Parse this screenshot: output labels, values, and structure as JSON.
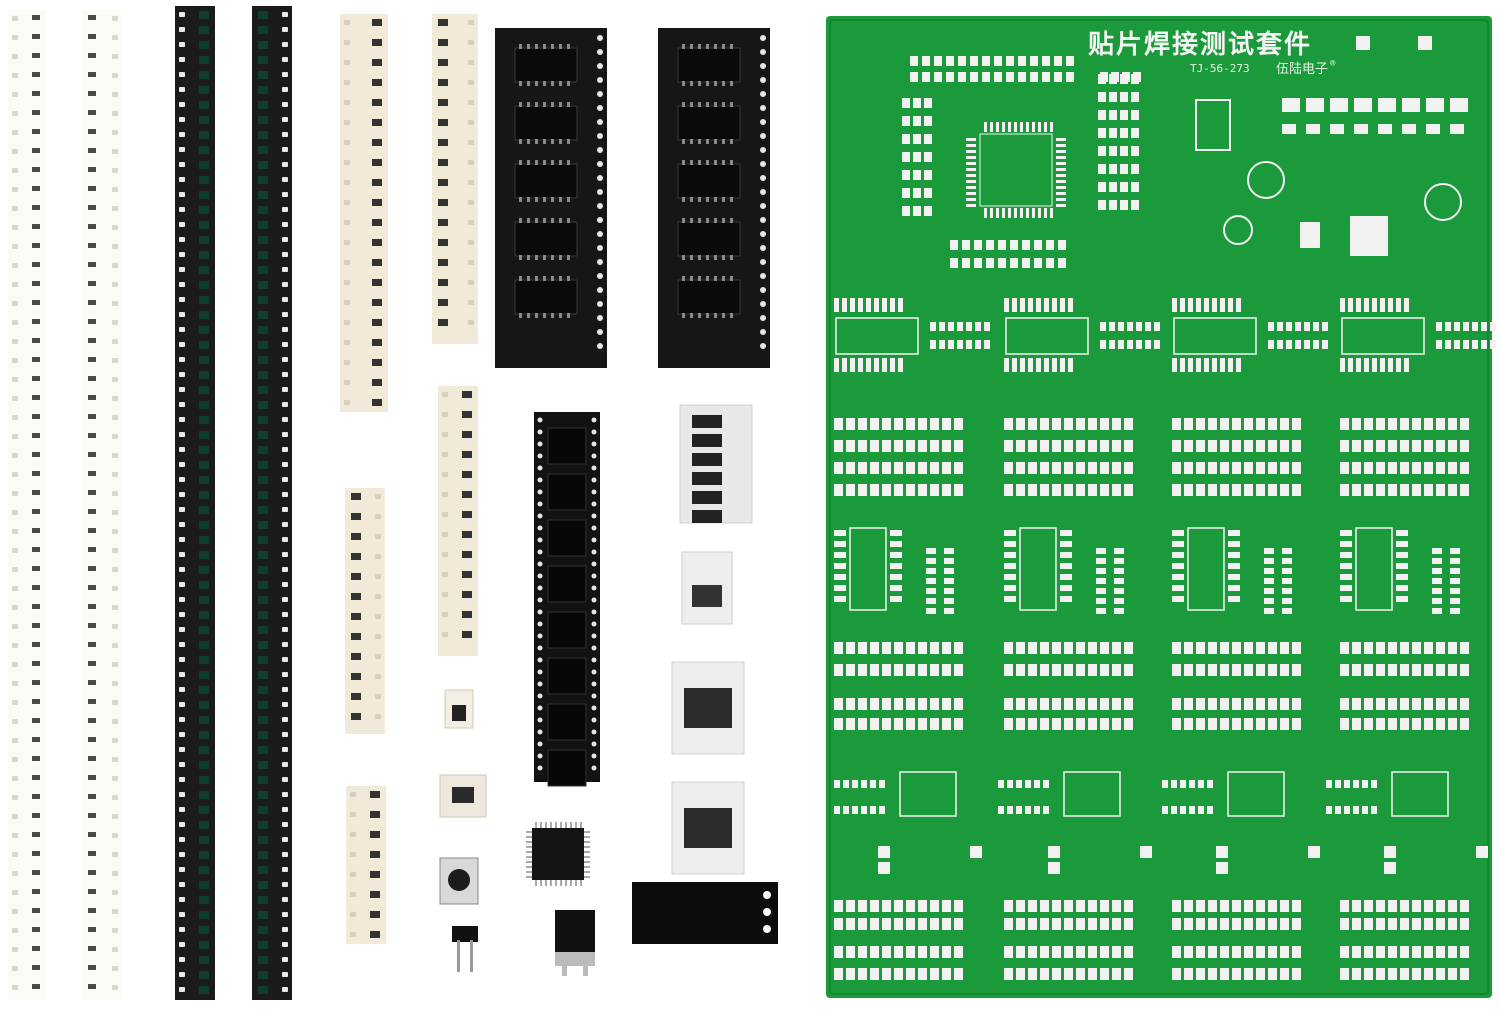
{
  "pcb": {
    "title": "贴片焊接测试套件",
    "model": "TJ-56-273",
    "brand": "伍陆电子",
    "registered": "®",
    "board_color": "#1a9a3a",
    "pad_color": "#f2f2f2"
  },
  "components": {
    "tape_white_color": "#fbfaf5",
    "tape_black_color": "#1b1b1b",
    "tape_beige_color": "#f1ead8"
  }
}
